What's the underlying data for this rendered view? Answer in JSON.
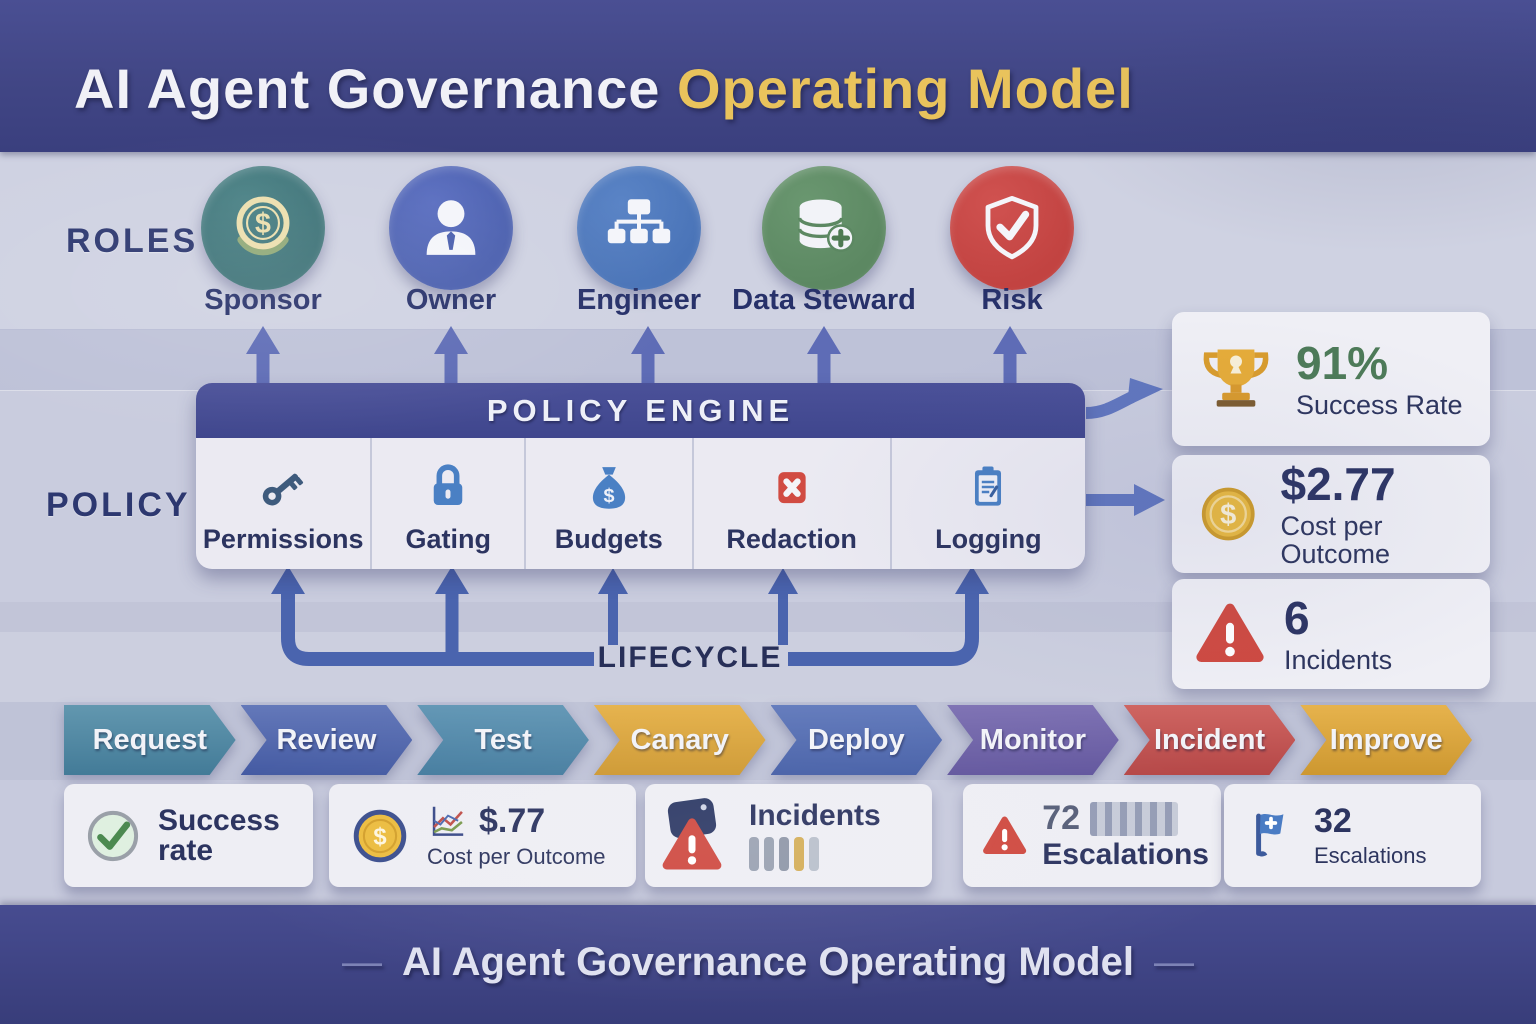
{
  "header": {
    "title_main": "AI Agent Governance",
    "title_accent": "Operating Model"
  },
  "roles": {
    "label": "ROLES",
    "items": [
      {
        "label": "Sponsor",
        "icon": "dollar-coin-icon",
        "color": "#3d7277"
      },
      {
        "label": "Owner",
        "icon": "person-icon",
        "color": "#4a5fae"
      },
      {
        "label": "Engineer",
        "icon": "org-chart-icon",
        "color": "#4a74b8"
      },
      {
        "label": "Data Steward",
        "icon": "database-add-icon",
        "color": "#5c8862"
      },
      {
        "label": "Risk",
        "icon": "shield-check-icon",
        "color": "#c24341"
      }
    ]
  },
  "policy": {
    "label": "POLICY",
    "engine_title": "POLICY ENGINE",
    "items": [
      {
        "label": "Permissions",
        "icon": "key-icon"
      },
      {
        "label": "Gating",
        "icon": "lock-icon"
      },
      {
        "label": "Budgets",
        "icon": "money-bag-icon"
      },
      {
        "label": "Redaction",
        "icon": "x-square-icon"
      },
      {
        "label": "Logging",
        "icon": "clipboard-icon"
      }
    ]
  },
  "metrics": [
    {
      "value": "91%",
      "label": "Success Rate",
      "icon": "trophy-icon",
      "value_color": "#4d7a58"
    },
    {
      "value": "$2.77",
      "label": "Cost per Outcome",
      "icon": "gold-coin-icon",
      "value_color": "#2c3463"
    },
    {
      "value": "6",
      "label": "Incidents",
      "icon": "warning-triangle-icon",
      "value_color": "#2c3463"
    }
  ],
  "lifecycle": {
    "label": "LIFECYCLE",
    "stages": [
      {
        "label": "Request",
        "color": "#4886a2"
      },
      {
        "label": "Review",
        "color": "#4a62ae"
      },
      {
        "label": "Test",
        "color": "#4a87aa"
      },
      {
        "label": "Canary",
        "color": "#e2a62f"
      },
      {
        "label": "Deploy",
        "color": "#4a66b2"
      },
      {
        "label": "Monitor",
        "color": "#6a5ca8"
      },
      {
        "label": "Incident",
        "color": "#c74c48"
      },
      {
        "label": "Improve",
        "color": "#e2a62f"
      }
    ]
  },
  "bottom_cards": [
    {
      "label": "Success rate",
      "icon": "check-circle-icon"
    },
    {
      "value": "$.77",
      "label": "Cost per Outcome",
      "icon": "coin-chart-icon"
    },
    {
      "label": "Incidents",
      "icon": "warning-triangle-icon"
    },
    {
      "value": "72",
      "label": "Escalations",
      "icon": "warning-triangle-icon"
    },
    {
      "value": "32",
      "label": "Escalations",
      "icon": "flag-icon"
    }
  ],
  "footer": {
    "dash": "—",
    "title": "AI Agent Governance Operating Model"
  },
  "palette": {
    "band_blue": "#424786",
    "accent_gold": "#e9c35c",
    "arrow_blue": "#4a64ae",
    "card_bg": "#efeff5",
    "navy_text": "#2d355e",
    "success_green": "#4d7a58",
    "alert_red": "#cf4a41"
  }
}
